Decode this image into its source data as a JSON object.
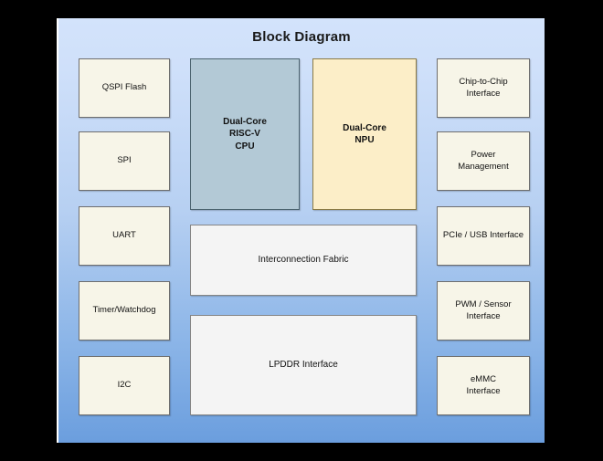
{
  "diagram": {
    "title": "Block Diagram",
    "background_top_color": "#d3e3fb",
    "background_bottom_color": "#6b9ede",
    "canvas_color": "#000000"
  },
  "colors": {
    "peripheral_fill": "#f7f5e8",
    "cpu_fill": "#b3c9d6",
    "npu_fill": "#fceec8",
    "fabric_fill": "#f4f4f4",
    "border": "#6b6b6b",
    "text": "#111111"
  },
  "left_column": [
    {
      "label": "QSPI Flash"
    },
    {
      "label": "SPI"
    },
    {
      "label": "UART"
    },
    {
      "label": "Timer/Watchdog"
    },
    {
      "label": "I2C"
    }
  ],
  "center_column": {
    "processors": [
      {
        "label": "Dual-Core\nRISC-V\nCPU",
        "kind": "cpu"
      },
      {
        "label": "Dual-Core\nNPU",
        "kind": "npu"
      }
    ],
    "buses": [
      {
        "label": "Interconnection Fabric"
      },
      {
        "label": "LPDDR Interface"
      }
    ]
  },
  "right_column": [
    {
      "label": "Chip-to-Chip\nInterface"
    },
    {
      "label": "Power\nManagement"
    },
    {
      "label": "PCIe / USB Interface"
    },
    {
      "label": "PWM / Sensor\nInterface"
    },
    {
      "label": "eMMC\nInterface"
    }
  ]
}
